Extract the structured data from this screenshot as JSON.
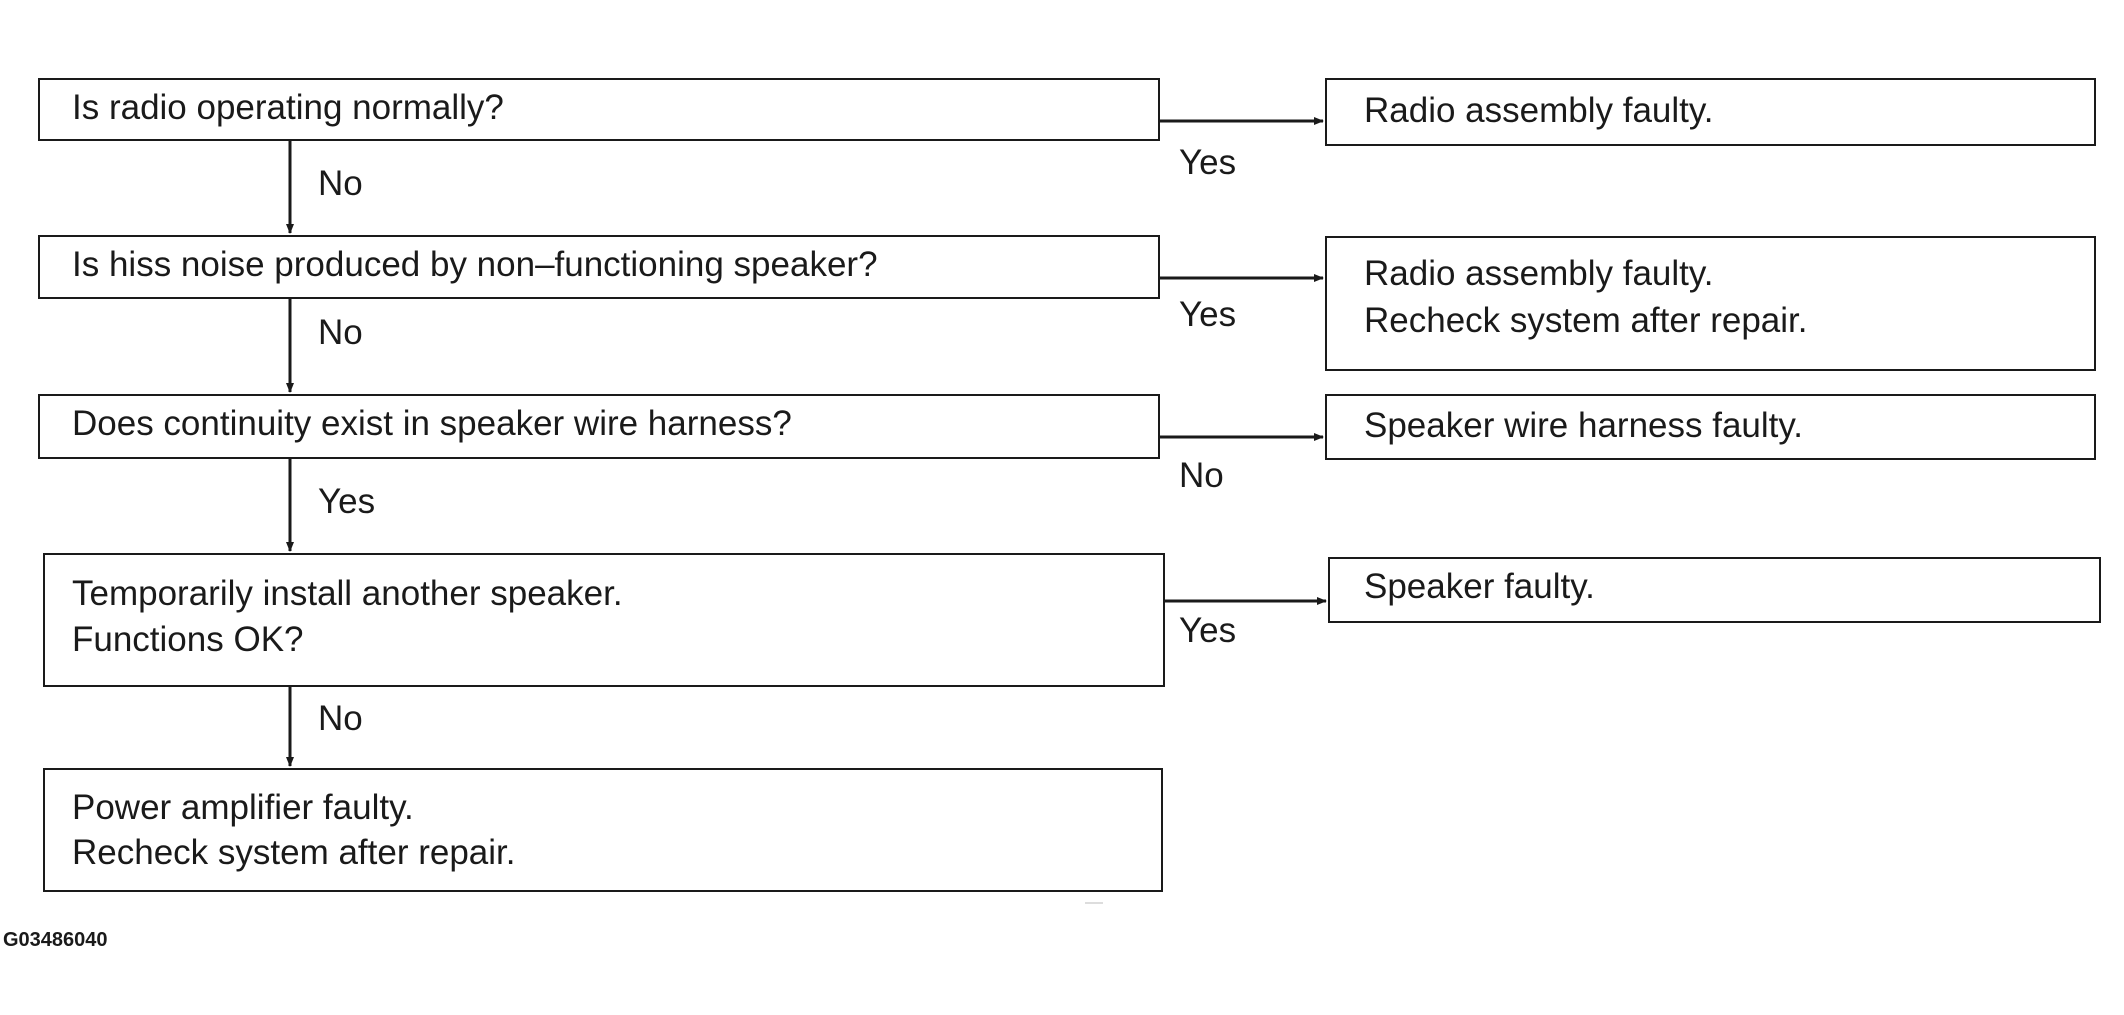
{
  "flowchart": {
    "questions": [
      {
        "lines": [
          "Is radio operating normally?"
        ]
      },
      {
        "lines": [
          "Is hiss noise produced by non–functioning speaker?"
        ]
      },
      {
        "lines": [
          "Does continuity exist in speaker wire harness?"
        ]
      },
      {
        "lines": [
          "Temporarily install another speaker.",
          "Functions OK?"
        ]
      }
    ],
    "final_result": {
      "lines": [
        "Power amplifier faulty.",
        "Recheck system after repair."
      ]
    },
    "outcomes": [
      {
        "lines": [
          "Radio assembly faulty."
        ]
      },
      {
        "lines": [
          "Radio assembly faulty.",
          "Recheck system after repair."
        ]
      },
      {
        "lines": [
          "Speaker wire harness faulty."
        ]
      },
      {
        "lines": [
          "Speaker faulty."
        ]
      }
    ],
    "down_labels": [
      "No",
      "No",
      "Yes",
      "No"
    ],
    "side_labels": [
      "Yes",
      "Yes",
      "No",
      "Yes"
    ]
  },
  "figure_id": "G03486040"
}
